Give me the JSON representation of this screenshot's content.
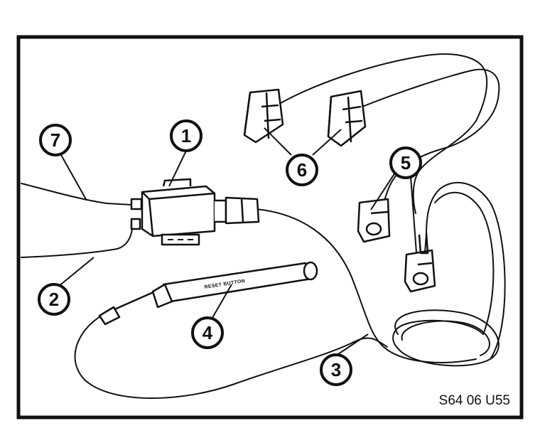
{
  "callouts": [
    "1",
    "2",
    "3",
    "4",
    "5",
    "6",
    "7"
  ],
  "pen_label": "RESET BUTTON",
  "figure_code": "S64 06 U55",
  "colors": {
    "ink": "#111111",
    "paper": "#ffffff"
  }
}
